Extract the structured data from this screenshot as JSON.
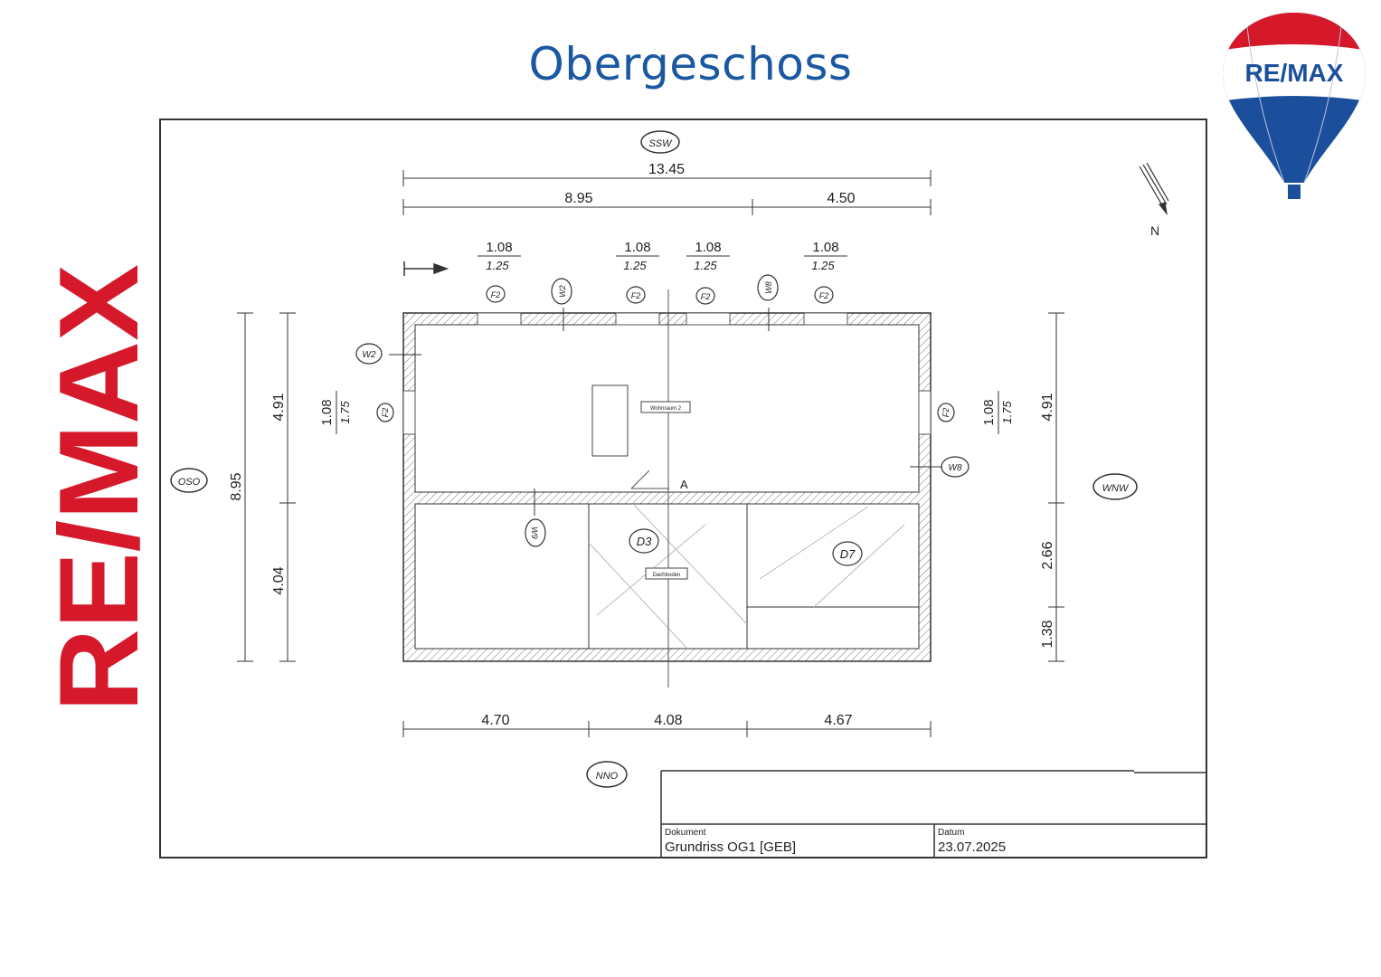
{
  "page_title": "Obergeschoss",
  "logo": {
    "vertical_text": "RE/MAX",
    "balloon_text": "RE/MAX",
    "colors": {
      "red": "#d6182b",
      "blue": "#1b4f9c",
      "white": "#ffffff"
    }
  },
  "orientation": {
    "top": "SSW",
    "left": "OSO",
    "right": "WNW",
    "bottom": "NNO",
    "north": "N"
  },
  "dimensions": {
    "top_total": "13.45",
    "top_left": "8.95",
    "top_right": "4.50",
    "window_width": "1.08",
    "window_height": "1.25",
    "side_window_height": "1.75",
    "left_total": "8.95",
    "left_upper": "4.91",
    "left_lower": "4.04",
    "right_upper": "4.91",
    "right_mid": "2.66",
    "right_low": "1.38",
    "bottom_a": "4.70",
    "bottom_b": "4.08",
    "bottom_c": "4.67"
  },
  "labels": {
    "window_tag": "F2",
    "wall_w2": "W2",
    "wall_w8": "W8",
    "wall_w9": "W9",
    "ceiling_d3": "D3",
    "ceiling_d7": "D7",
    "room_upper": "Wohnraum 2",
    "room_lower": "Dachboden",
    "section": "A"
  },
  "title_block": {
    "document_label": "Dokument",
    "document_value": "Grundriss OG1 [GEB]",
    "date_label": "Datum",
    "date_value": "23.07.2025"
  }
}
